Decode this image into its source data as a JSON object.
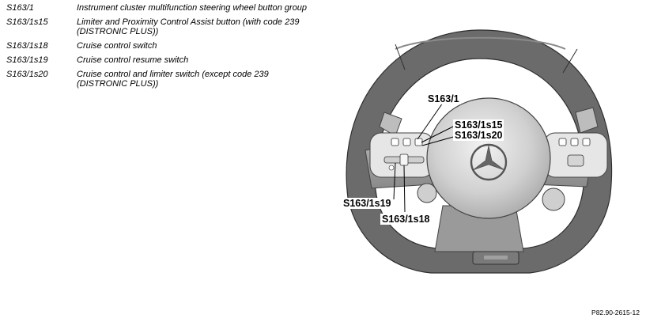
{
  "legend": [
    {
      "code": "S163/1",
      "lines": [
        "Instrument cluster multifunction steering wheel button group"
      ]
    },
    {
      "code": "S163/1s15",
      "lines": [
        "Limiter and Proximity Control Assist button (with code 239",
        "(DISTRONIC PLUS))"
      ]
    },
    {
      "code": "S163/1s18",
      "lines": [
        "Cruise control switch"
      ]
    },
    {
      "code": "S163/1s19",
      "lines": [
        "Cruise control resume switch"
      ]
    },
    {
      "code": "S163/1s20",
      "lines": [
        "Cruise control and limiter switch (except code 239",
        "(DISTRONIC PLUS))"
      ]
    }
  ],
  "callouts": {
    "s1": "S163/1",
    "s15": "S163/1s15",
    "s20": "S163/1s20",
    "s19": "S163/1s19",
    "s18": "S163/1s18"
  },
  "reference": "P82.90-2615-12",
  "colors": {
    "rim": "#6b6b6b",
    "rim_edge": "#3a3a3a",
    "hub": "#cfcfcf",
    "spoke": "#9a9a9a",
    "panel": "#e6e6e6"
  }
}
